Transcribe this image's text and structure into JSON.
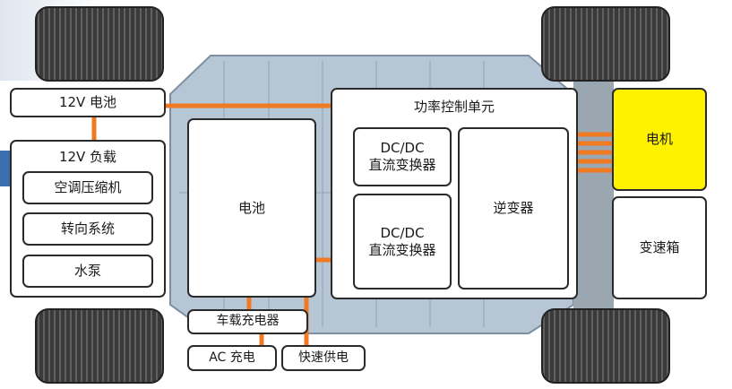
{
  "diagram": {
    "battery_12v": "12V 电池",
    "load_12v": {
      "title": "12V 负载",
      "items": [
        "空调压缩机",
        "转向系统",
        "水泵"
      ]
    },
    "battery": "电池",
    "pcu": {
      "title": "功率控制单元",
      "dcdc_1": [
        "DC/DC",
        "直流变换器"
      ],
      "dcdc_2": [
        "DC/DC",
        "直流变换器"
      ],
      "inverter": "逆变器"
    },
    "motor": "电机",
    "gearbox": "变速箱",
    "onboard_charger": "车载充电器",
    "ac_charging": "AC 充电",
    "fast_charging": "快速供电"
  },
  "colors": {
    "connector": "#f07a22",
    "motor_highlight": "#fff200",
    "box_border": "#2a2a2a",
    "chassis_blue": "#9fb6cc",
    "tire": "#3a3a3a",
    "accent_bar": "#3b6fb0"
  },
  "icons": [
    "tire-icon",
    "chassis-background"
  ]
}
